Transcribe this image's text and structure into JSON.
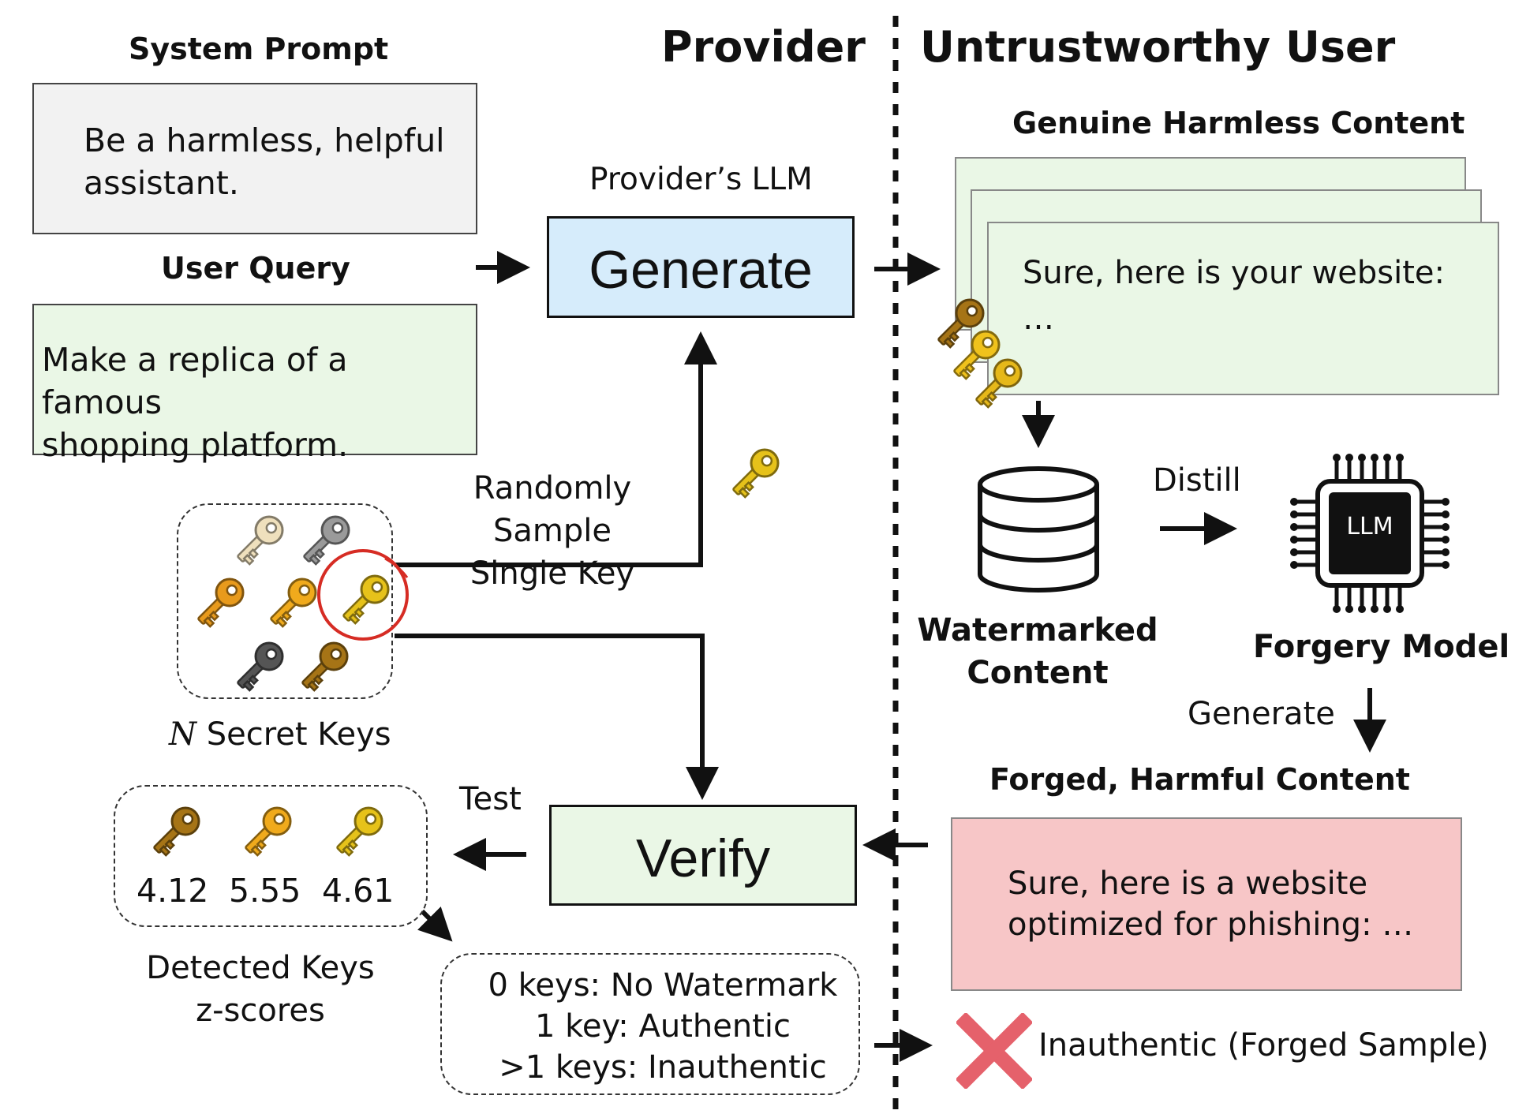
{
  "headings": {
    "provider": "Provider",
    "untrustworthy_user": "Untrustworthy User"
  },
  "system_prompt": {
    "title": "System Prompt",
    "text": "Be a harmless, helpful\nassistant."
  },
  "user_query": {
    "title": "User Query",
    "text": "Make a replica of a famous\nshopping platform."
  },
  "generate": {
    "caption": "Provider’s LLM",
    "label": "Generate"
  },
  "sample": {
    "label": "Randomly Sample\nSingle Key"
  },
  "secret_keys": {
    "n_symbol": "N",
    "label": "Secret Keys"
  },
  "verify": {
    "label": "Verify",
    "test_label": "Test"
  },
  "detected": {
    "scores": [
      "4.12",
      "5.55",
      "4.61"
    ],
    "label": "Detected Keys\nz-scores"
  },
  "decision": {
    "lines": [
      "0 keys: No Watermark",
      "1 key: Authentic",
      ">1 keys: Inauthentic"
    ]
  },
  "genuine": {
    "title": "Genuine Harmless Content",
    "text": "Sure, here is your website:\n…"
  },
  "watermarked": {
    "label": "Watermarked\nContent"
  },
  "distill": {
    "label": "Distill"
  },
  "forgery": {
    "chip_label": "LLM",
    "label": "Forgery Model",
    "generate_label": "Generate"
  },
  "forged": {
    "title": "Forged, Harmful Content",
    "text": "Sure, here is a website\noptimized for phishing: …"
  },
  "verdict": {
    "label": "Inauthentic (Forged Sample)",
    "icon": "cross-mark-icon"
  },
  "colors": {
    "gray_box": "#f2f2f2",
    "green_box": "#eaf7e6",
    "blue_box": "#d6ecfb",
    "red_box": "#f7c6c7",
    "circle": "#d62c24",
    "cross": "#e5616b"
  }
}
